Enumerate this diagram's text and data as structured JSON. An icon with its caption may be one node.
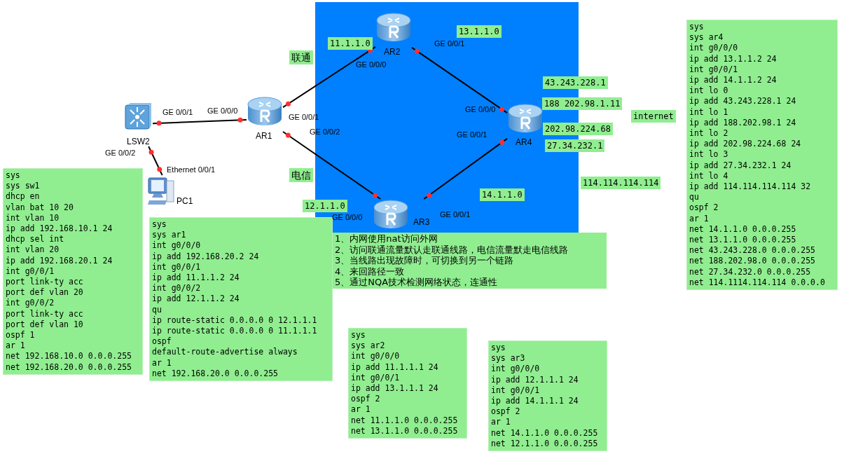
{
  "diagram": {
    "nodes": [
      {
        "text": [
          "AR2"
        ]
      },
      {
        "text": [
          "LSW2"
        ]
      },
      {
        "text": [
          "AR1"
        ]
      },
      {
        "text": [
          "AR4"
        ]
      },
      {
        "text": [
          "PC1"
        ]
      },
      {
        "text": [
          "AR3"
        ]
      },
      {
        "text": [
          "sys",
          "sys sw1",
          "dhcp en",
          "vlan bat 10 20",
          "int vlan 10",
          "ip add 192.168.10.1 24",
          "dhcp sel int",
          "int vlan 20",
          "ip add 192.168.20.1 24",
          "int g0/0/1",
          "port link-ty acc",
          "port def vlan 20",
          "int g0/0/2",
          "port link-ty acc",
          "port def vlan 10",
          "ospf 1",
          "ar 1",
          "net 192.168.10.0 0.0.0.255",
          "net 192.168.20.0 0.0.0.255"
        ]
      },
      {
        "text": [
          "sys",
          "sys ar1",
          "int g0/0/0",
          "ip add 192.168.20.2 24",
          "int g0/0/1",
          "ip add 11.1.1.2 24",
          "int g0/0/2",
          "ip add 12.1.1.2 24",
          "qu",
          "ip route-static 0.0.0.0 0 12.1.1.1",
          "ip route-static 0.0.0.0 0 11.1.1.1",
          "ospf",
          "default-route-advertise always",
          "ar 1",
          "net 192.168.20.0 0.0.0.255"
        ]
      },
      {
        "text": [
          "1、内网使用nat访问外网",
          "2、访问联通流量默认走联通线路，电信流量默走电信线路",
          "3、当线路出现故障时，可切换到另一个链路",
          "4、来回路径一致",
          "5、通过NQA技术检测网络状态，连通性"
        ]
      },
      {
        "text": [
          "sys",
          "sys ar2",
          "int g0/0/0",
          "ip add 11.1.1.1 24",
          "int g0/0/1",
          "ip add 13.1.1.1 24",
          "ospf 2",
          "ar 1",
          "net 11.1.1.0 0.0.0.255",
          "net 13.1.1.0 0.0.0.255"
        ]
      },
      {
        "text": [
          "sys",
          "sys ar3",
          "int g0/0/0",
          "ip add 12.1.1.1 24",
          "int g0/0/1",
          "ip add 14.1.1.1 24",
          "ospf 2",
          "ar 1",
          "net 14.1.1.0 0.0.0.255",
          "net 12.1.1.0 0.0.0.255"
        ]
      },
      {
        "text": [
          "sys",
          "sys ar4",
          "int g0/0/0",
          "ip add 13.1.1.2 24",
          "int g0/0/1",
          "ip add 14.1.1.2 24",
          "int lo 0",
          "ip add 43.243.228.1 24",
          "int lo 1",
          "ip add 188.202.98.1 24",
          "int lo 2",
          "ip add 202.98.224.68 24",
          "int lo 3",
          "ip add 27.34.232.1 24",
          "int lo 4",
          "ip add 114.114.114.114 32",
          "qu",
          "ospf 2",
          "ar 1",
          "net 14.1.1.0 0.0.0.255",
          "net 13.1.1.0 0.0.0.255",
          "net 43.243.228.0 0.0.0.255",
          "net 188.202.98.0 0.0.0.255",
          "net 27.34.232.0 0.0.0.255",
          "net 114.1114.114.114 0.0.0.0"
        ]
      },
      {
        "text": [
          "13.1.1.0"
        ]
      },
      {
        "text": [
          "11.1.1.0"
        ]
      },
      {
        "text": [
          "联通"
        ]
      },
      {
        "text": [
          "43.243.228.1"
        ]
      },
      {
        "text": [
          "188 202.98.1.11"
        ]
      },
      {
        "text": [
          "internet"
        ]
      },
      {
        "text": [
          "202.98.224.68"
        ]
      },
      {
        "text": [
          "27.34.232.1"
        ]
      },
      {
        "text": [
          "电信"
        ]
      },
      {
        "text": [
          "114.114.114.114"
        ]
      },
      {
        "text": [
          "14.1.1.0"
        ]
      },
      {
        "text": [
          "12.1.1.0"
        ]
      }
    ],
    "edges": [
      {
        "from": 1,
        "to": 2,
        "arrow": "none"
      },
      {
        "from": 1,
        "to": 4,
        "arrow": "none"
      },
      {
        "from": 2,
        "to": 0,
        "arrow": "none"
      },
      {
        "from": 2,
        "to": 5,
        "arrow": "none"
      },
      {
        "from": 0,
        "to": 3,
        "arrow": "none"
      },
      {
        "from": 5,
        "to": 3,
        "arrow": "none"
      }
    ],
    "labels": [
      "GE 0/0/0",
      "GE 0/0/1",
      "GE 0/0/1",
      "GE 0/0/0",
      "GE 0/0/1",
      "GE 0/0/0",
      "GE 0/0/2",
      "GE 0/0/2",
      "Ethernet 0/0/1",
      "GE 0/0/0",
      "GE 0/0/1",
      "GE 0/0/1"
    ]
  }
}
